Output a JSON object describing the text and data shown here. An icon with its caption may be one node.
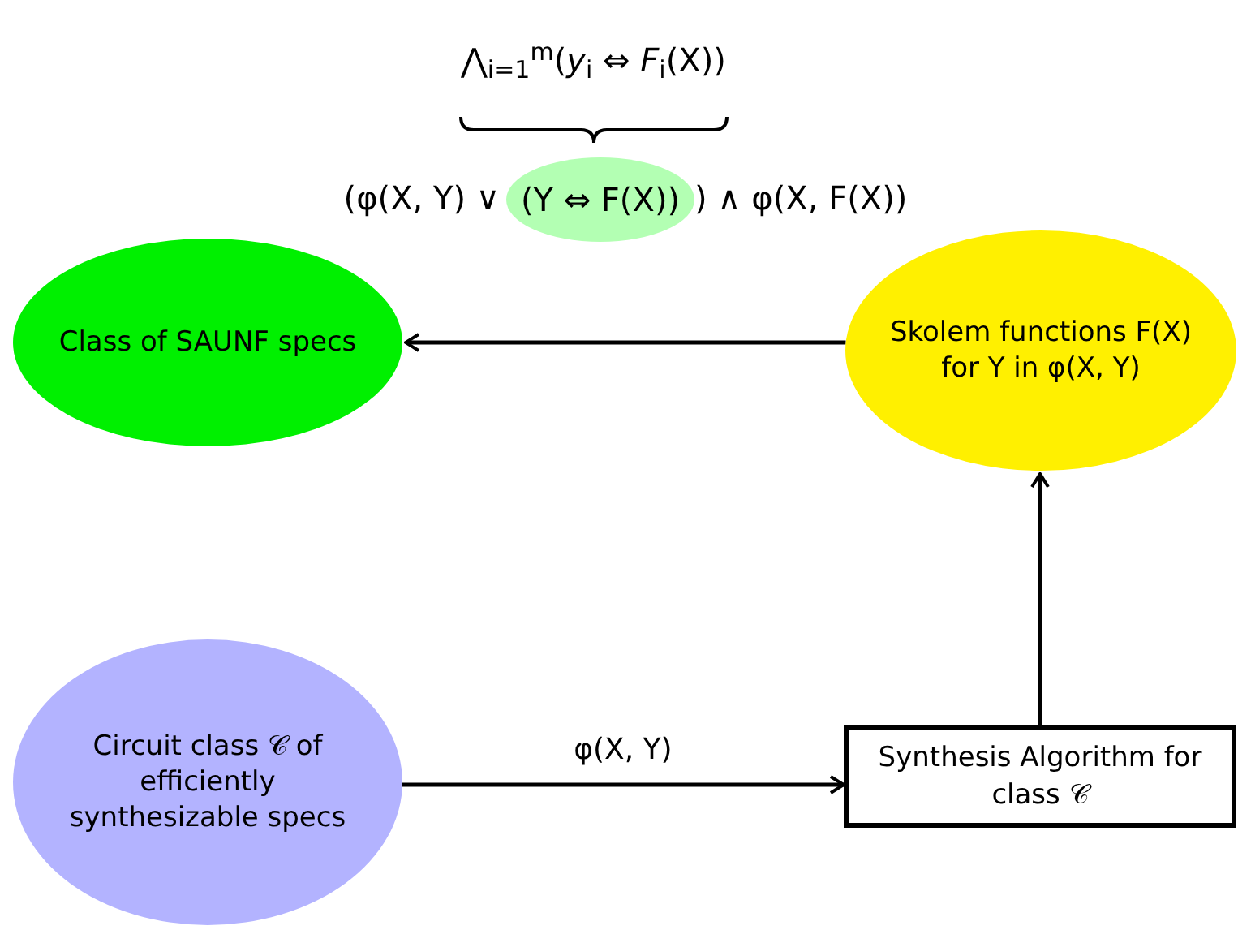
{
  "diagram": {
    "nodes": [
      {
        "text": [
          "Class of SAUNF specs"
        ]
      },
      {
        "text": [
          "Skolem functions F(X) for Y in φ(X, Y)"
        ]
      },
      {
        "text": [
          "Circuit class 𝒞 of efficiently synthesizable specs"
        ]
      },
      {
        "text": [
          "Synthesis Algorithm for class 𝒞"
        ]
      },
      {
        "text": [
          "(Y ⇔ F(X))"
        ]
      }
    ],
    "edges": [
      {
        "from": 1,
        "to": 0,
        "arrow": "to"
      },
      {
        "from": 2,
        "to": 3,
        "arrow": "to",
        "label": "φ(X, Y)"
      },
      {
        "from": 3,
        "to": 1,
        "arrow": "to"
      }
    ],
    "labels": [
      "⋀$_{i=1}$$^{m}$(*y*$_{i}$ ⇔ *F*$_{i}$(X))",
      "(φ(X, Y) ∨",
      ") ∧ φ(X, F(X))"
    ]
  }
}
